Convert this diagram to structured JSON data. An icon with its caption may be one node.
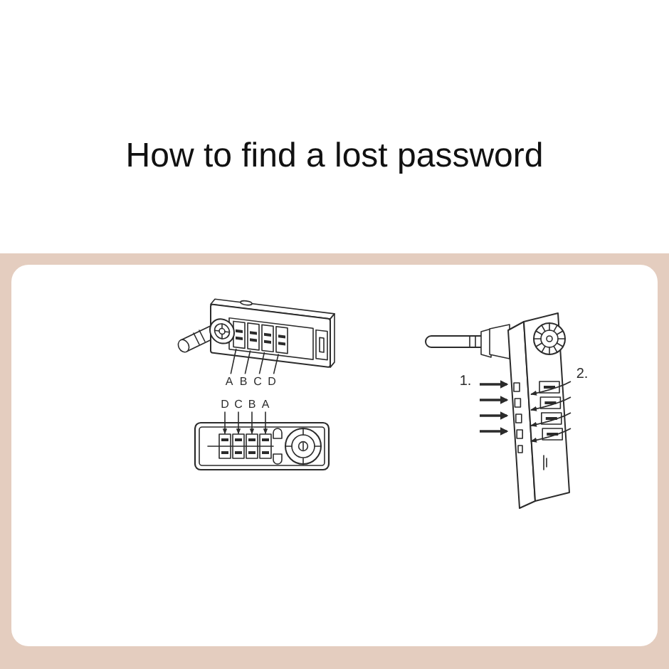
{
  "diagram": {
    "title": "How to find a lost password",
    "nodes": [
      {
        "text": [],
        "shape": "box"
      },
      {
        "text": [],
        "shape": "box"
      },
      {
        "text": [],
        "shape": "box"
      },
      {
        "text": [],
        "shape": "box"
      },
      {
        "text": [
          "A"
        ]
      },
      {
        "text": [
          "B"
        ]
      },
      {
        "text": [
          "C"
        ]
      },
      {
        "text": [
          "D"
        ]
      },
      {
        "text": [
          "D"
        ]
      },
      {
        "text": [
          "C"
        ]
      },
      {
        "text": [
          "B"
        ]
      },
      {
        "text": [
          "A"
        ]
      },
      {
        "text": [],
        "shape": "box"
      },
      {
        "text": [],
        "shape": "box"
      },
      {
        "text": [],
        "shape": "box"
      },
      {
        "text": [],
        "shape": "box"
      }
    ],
    "edges": [
      {
        "from": 4,
        "to": 0,
        "arrow": "none"
      },
      {
        "from": 5,
        "to": 1,
        "arrow": "none"
      },
      {
        "from": 6,
        "to": 2,
        "arrow": "none"
      },
      {
        "from": 7,
        "to": 3,
        "arrow": "none"
      },
      {
        "from": 8,
        "to": 12,
        "arrow": "to"
      },
      {
        "from": 9,
        "to": 13,
        "arrow": "to"
      },
      {
        "from": 10,
        "to": 14,
        "arrow": "to"
      },
      {
        "from": 11,
        "to": 15,
        "arrow": "to"
      }
    ],
    "labels": [
      "1.",
      "2."
    ]
  }
}
